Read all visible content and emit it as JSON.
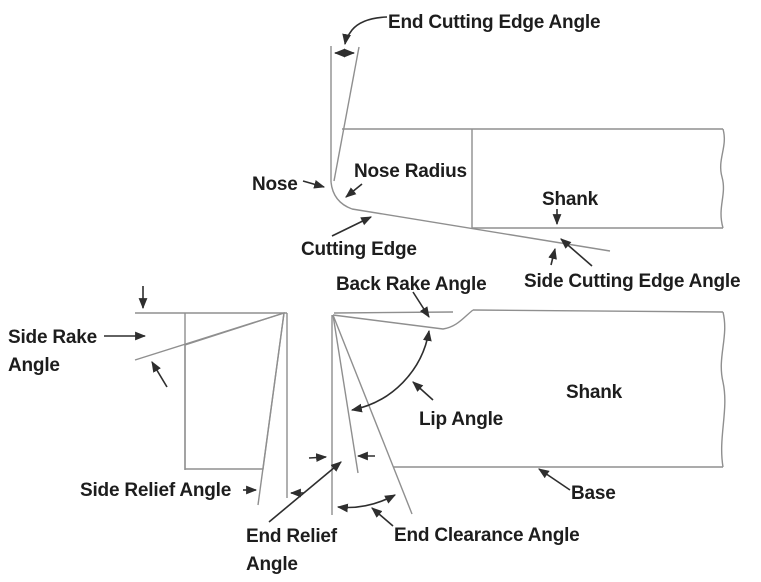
{
  "diagram": {
    "labels": {
      "end_cutting_edge_angle": "End Cutting Edge Angle",
      "nose": "Nose",
      "nose_radius": "Nose Radius",
      "shank_top_view": "Shank",
      "cutting_edge": "Cutting Edge",
      "side_cutting_edge_angle": "Side Cutting Edge Angle",
      "back_rake_angle": "Back Rake Angle",
      "side_rake_angle": "Side Rake Angle",
      "lip_angle": "Lip Angle",
      "shank_side_view": "Shank",
      "side_relief_angle": "Side Relief Angle",
      "base": "Base",
      "end_relief_angle": "End Relief Angle",
      "end_clearance_angle": "End Clearance Angle"
    },
    "colors": {
      "background": "#ffffff",
      "geometry-line": "#8f8f8f",
      "annotation": "#2e2e2e",
      "text": "#1d1d1d",
      "hatch": "#8f8f8f"
    }
  }
}
